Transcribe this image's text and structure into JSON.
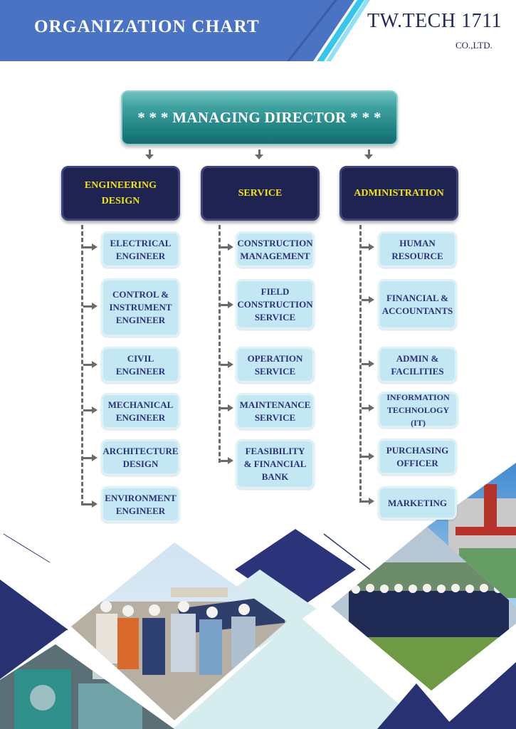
{
  "header": {
    "title": "ORGANIZATION CHART",
    "company_name": "TW.TECH 1711",
    "company_suffix": "CO.,LTD."
  },
  "colors": {
    "header_blue": "#4a73c4",
    "accent_cyan": "#35c6ee",
    "navy": "#1e2352",
    "teal": "#1e8181",
    "dept_label": "#f3e216",
    "role_fill": "#c3e7f3",
    "role_text": "#2b3377"
  },
  "top": {
    "label": "* * *  MANAGING DIRECTOR  * * *"
  },
  "departments": [
    {
      "label": "ENGINEERING\nDESIGN",
      "roles": [
        "ELECTRICAL\nENGINEER",
        "CONTROL &\nINSTRUMENT\nENGINEER",
        "CIVIL\nENGINEER",
        "MECHANICAL\nENGINEER",
        "ARCHITECTURE\nDESIGN",
        "ENVIRONMENT\nENGINEER"
      ]
    },
    {
      "label": "SERVICE",
      "roles": [
        "CONSTRUCTION\nMANAGEMENT",
        "FIELD\nCONSTRUCTION\nSERVICE",
        "OPERATION\nSERVICE",
        "MAINTENANCE\nSERVICE",
        "FEASIBILITY\n& FINANCIAL\nBANK"
      ]
    },
    {
      "label": "ADMINISTRATION",
      "roles": [
        "HUMAN\nRESOURCE",
        "FINANCIAL &\nACCOUNTANTS",
        "ADMIN &\nFACILITIES",
        "INFORMATION\nTECHNOLOGY (IT)",
        "PURCHASING\nOFFICER",
        "MARKETING"
      ]
    }
  ],
  "photos": [
    "solar-site-team-photo",
    "factory-machinery-photo",
    "staff-group-photo",
    "power-plant-photo"
  ]
}
